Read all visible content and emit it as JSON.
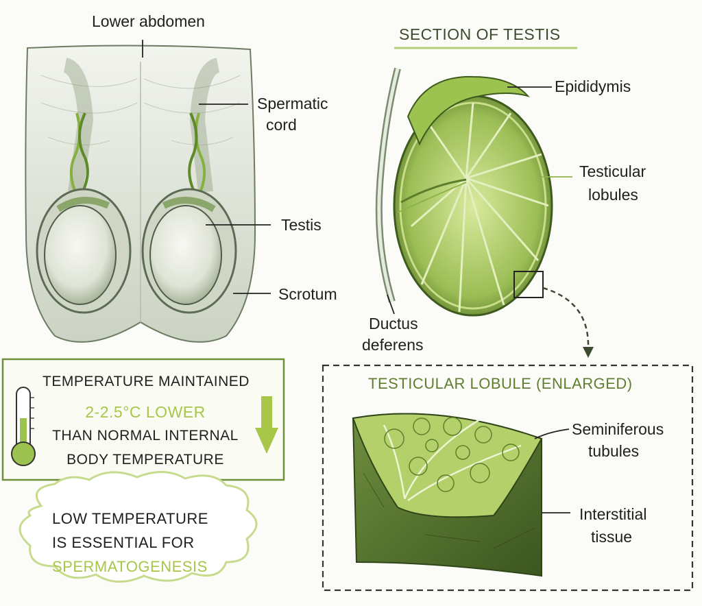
{
  "left_labels": {
    "lower_abdomen": "Lower abdomen",
    "spermatic_cord_1": "Spermatic",
    "spermatic_cord_2": "cord",
    "testis": "Testis",
    "scrotum": "Scrotum"
  },
  "section": {
    "title": "SECTION OF TESTIS",
    "epididymis": "Epididymis",
    "lobules_1": "Testicular",
    "lobules_2": "lobules",
    "ductus_1": "Ductus",
    "ductus_2": "deferens"
  },
  "temperature_box": {
    "line1": "TEMPERATURE MAINTAINED",
    "line2": "2-2.5°C LOWER",
    "line3": "THAN NORMAL INTERNAL",
    "line4": "BODY TEMPERATURE"
  },
  "cloud": {
    "line1": "LOW TEMPERATURE",
    "line2": "IS ESSENTIAL FOR",
    "line3": "SPERMATOGENESIS"
  },
  "enlarged": {
    "title": "TESTICULAR LOBULE (ENLARGED)",
    "semi_1": "Seminiferous",
    "semi_2": "tubules",
    "inter_1": "Interstitial",
    "inter_2": "tissue"
  },
  "colors": {
    "green_light": "#c9dd8f",
    "green_mid": "#8db84a",
    "green_dark": "#3d5a1f",
    "accent_text": "#a8c648",
    "box_border": "#6e8f3a"
  }
}
